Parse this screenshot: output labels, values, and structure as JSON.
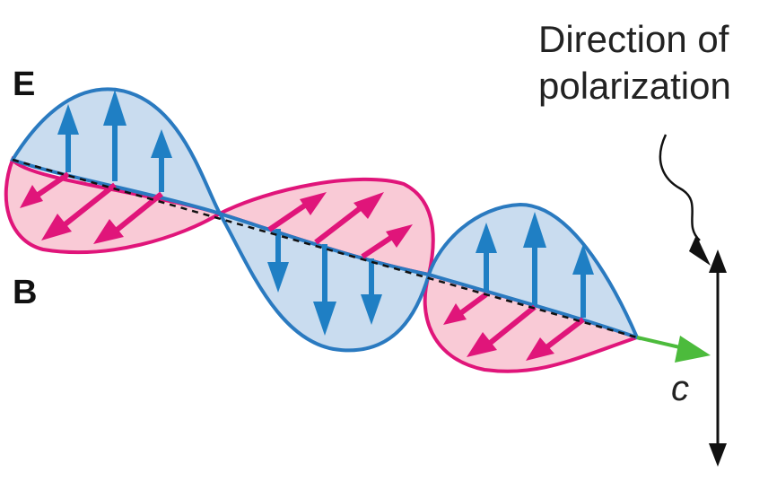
{
  "labels": {
    "e_field": "E",
    "b_field": "B",
    "speed": "c",
    "polarization_line1": "Direction of",
    "polarization_line2": "polarization"
  },
  "colors": {
    "e_fill": "#c9dcef",
    "e_stroke": "#2a7ac0",
    "e_arrow": "#1f7fc4",
    "b_fill": "#f9cad6",
    "b_stroke": "#e0157a",
    "b_arrow": "#e0157a",
    "propagation_arrow": "#4cbb3c",
    "axis": "#111111",
    "polarization_arrow": "#111111"
  },
  "icons": {
    "propagation": "green-arrow-icon",
    "polarization": "double-headed-arrow-icon",
    "pointer": "squiggly-pointer-icon"
  }
}
